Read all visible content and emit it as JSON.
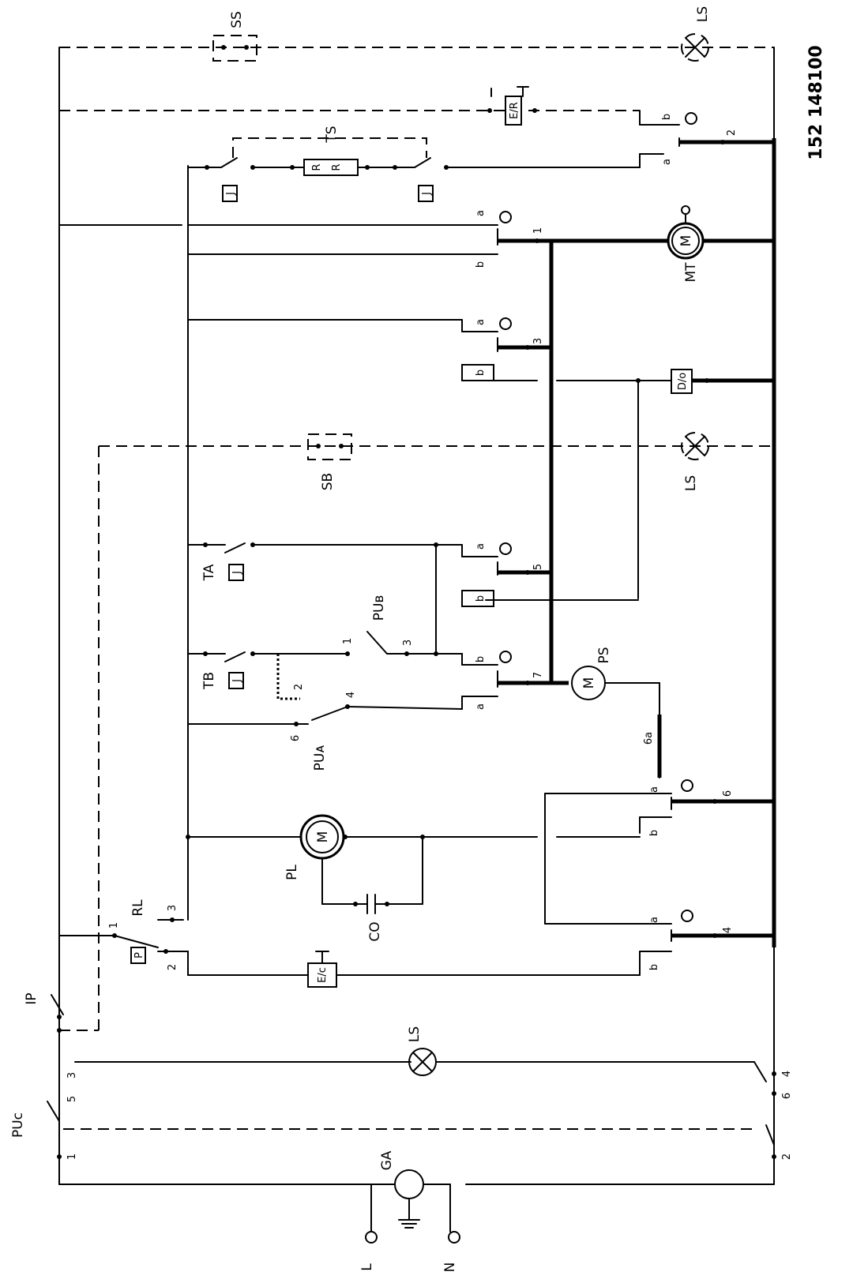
{
  "part_number": "152 148100",
  "labels": {
    "SS": "SS",
    "LS": "LS",
    "TS": "TS",
    "MT": "MT",
    "SB": "SB",
    "TA": "TA",
    "TB": "TB",
    "PUB": "PUʙ",
    "PUA": "PUᴀ",
    "PS": "PS",
    "PL": "PL",
    "CO": "CO",
    "RL": "RL",
    "IP": "IP",
    "GA": "GA",
    "PUC": "PUc",
    "L": "L",
    "N": "N"
  },
  "contacts": {
    "a": "a",
    "b": "b"
  },
  "numbers": {
    "1": "1",
    "2": "2",
    "3": "3",
    "4": "4",
    "5": "5",
    "6": "6",
    "7": "7",
    "6a": "6a"
  },
  "symbols": {
    "motor": "M",
    "resistor": "R",
    "thermo": "J",
    "pressure": "P",
    "ev": "E/c",
    "er": "E/R",
    "dev": "D/o"
  }
}
